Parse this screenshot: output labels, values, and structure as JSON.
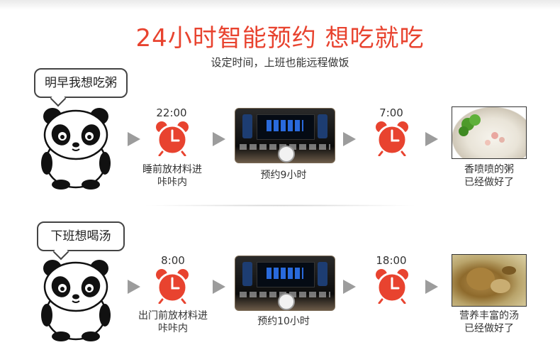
{
  "header": {
    "title": "24小时智能预约 想吃就吃",
    "subtitle": "设定时间，上班也能远程做饭"
  },
  "rows": [
    {
      "bubble": "明早我想吃粥",
      "start_time": "22:00",
      "start_caption_1": "睡前放材料进",
      "start_caption_2": "咔咔内",
      "panel_caption": "预约9小时",
      "end_time": "7:00",
      "end_caption_1": "香喷喷的粥",
      "end_caption_2": "已经做好了"
    },
    {
      "bubble": "下班想喝汤",
      "start_time": "8:00",
      "start_caption_1": "出门前放材料进",
      "start_caption_2": "咔咔内",
      "panel_caption": "预约10小时",
      "end_time": "18:00",
      "end_caption_1": "营养丰富的汤",
      "end_caption_2": "已经做好了"
    }
  ],
  "colors": {
    "accent": "#e8432f",
    "arrow": "#9c9c9c",
    "text": "#333333"
  },
  "icons": [
    "panda-mascot-icon",
    "alarm-clock-icon",
    "arrow-right-icon",
    "control-panel-image",
    "porridge-photo",
    "soup-photo"
  ]
}
